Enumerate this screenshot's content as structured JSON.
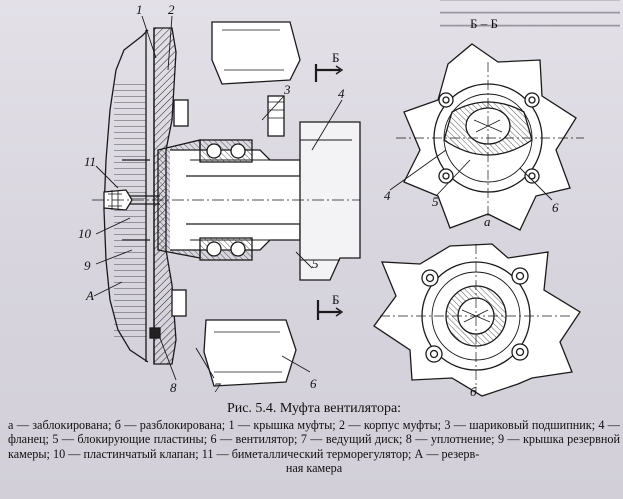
{
  "figure": {
    "labels": {
      "n1": "1",
      "n2": "2",
      "n3": "3",
      "n4": "4",
      "n5": "5",
      "n6": "6",
      "n7": "7",
      "n8": "8",
      "n9": "9",
      "n10": "10",
      "n11": "11",
      "A": "А",
      "B_top": "Б",
      "B_bottom": "Б",
      "section": "Б – Б",
      "a_view_4": "4",
      "a_view_5": "5",
      "a_view_6": "6",
      "a_view_letter": "а",
      "b_view_letter": "б"
    }
  },
  "caption": {
    "title": "Рис. 5.4. Муфта вентилятора:",
    "body": "а — заблокирована; б — разблокирована; 1 — крышка муфты; 2 — корпус муфты; 3 — шариковый подшипник; 4 — фланец; 5 — блокирующие пластины; 6 — вентилятор; 7 — ведущий диск; 8 — уплотнение; 9 — крышка резервной камеры; 10 — пластинчатый клапан; 11 — биметаллический терморегулятор; А — резерв-",
    "last": "ная камера"
  }
}
